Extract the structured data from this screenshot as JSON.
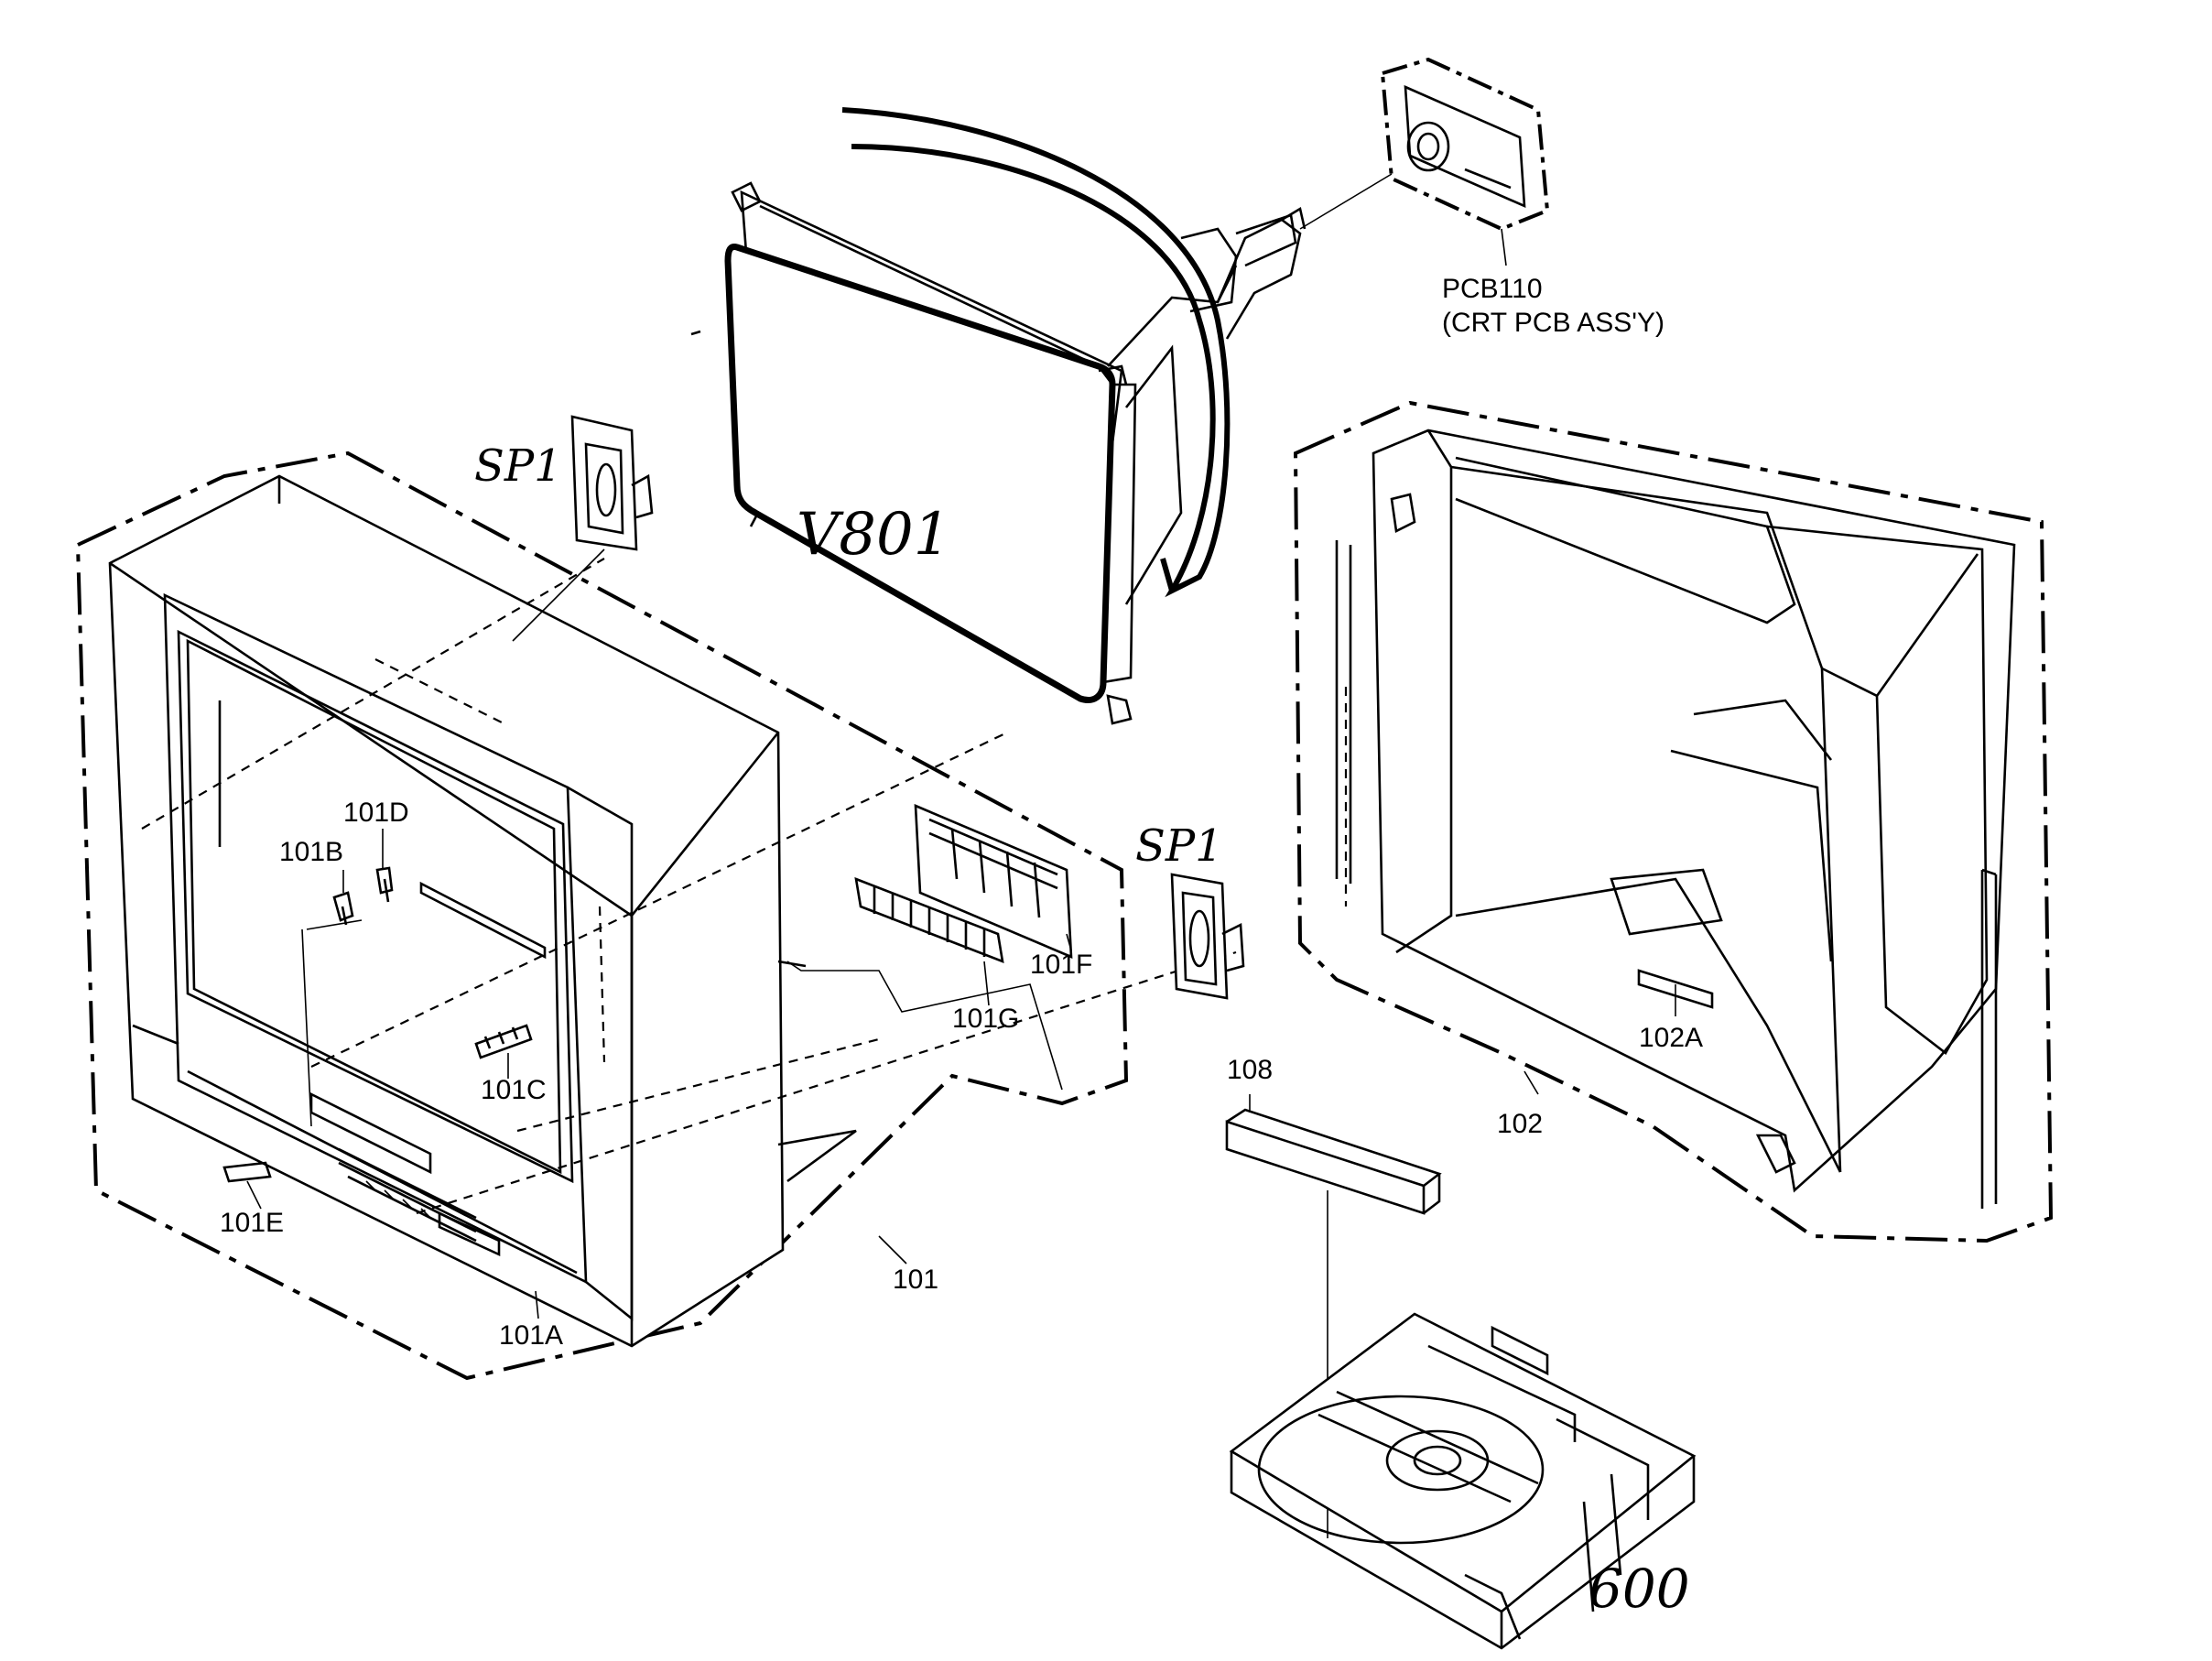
{
  "labels": {
    "pcb110": "PCB110",
    "pcb110_desc": "(CRT PCB ASS'Y)",
    "v801": "V801",
    "sp1_left": "SP1",
    "sp1_right": "SP1",
    "p101": "101",
    "p101a": "101A",
    "p101b": "101B",
    "p101c": "101C",
    "p101d": "101D",
    "p101e": "101E",
    "p101f": "101F",
    "p101g": "101G",
    "p102": "102",
    "p102a": "102A",
    "p108": "108",
    "p600": "600"
  }
}
